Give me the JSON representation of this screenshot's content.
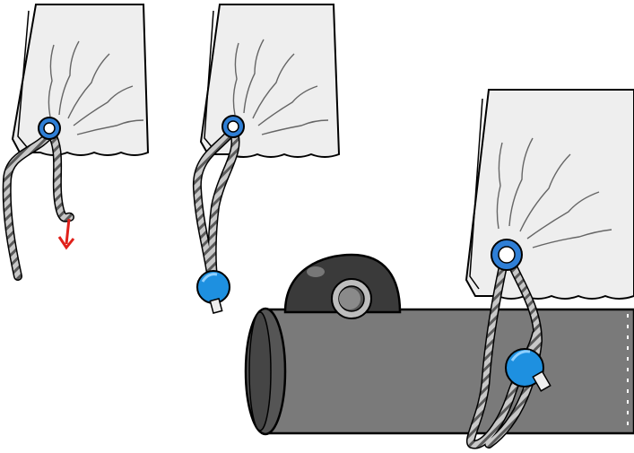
{
  "diagram": {
    "steps": [
      {
        "label": "step-1-thread-cord-through-grommet",
        "arrow": "pull-down"
      },
      {
        "label": "step-2-attach-ball-stopper"
      },
      {
        "label": "step-3-secure-on-pole-with-cleat"
      }
    ],
    "colors": {
      "sail_fill": "#eeeeee",
      "outline": "#000000",
      "grommet": "#2f7fd6",
      "grommet_inner": "#ffffff",
      "ball": "#1e90e0",
      "arrow": "#e0201a",
      "pole": "#7a7a7a",
      "pole_end": "#555555",
      "cleat": "#3a3a3a",
      "cord": "#a8a8a8"
    },
    "icons": [
      "sail-panel",
      "grommet",
      "bungee-cord",
      "ball-stopper",
      "pole-tube",
      "cleat-hook",
      "down-arrow"
    ]
  }
}
